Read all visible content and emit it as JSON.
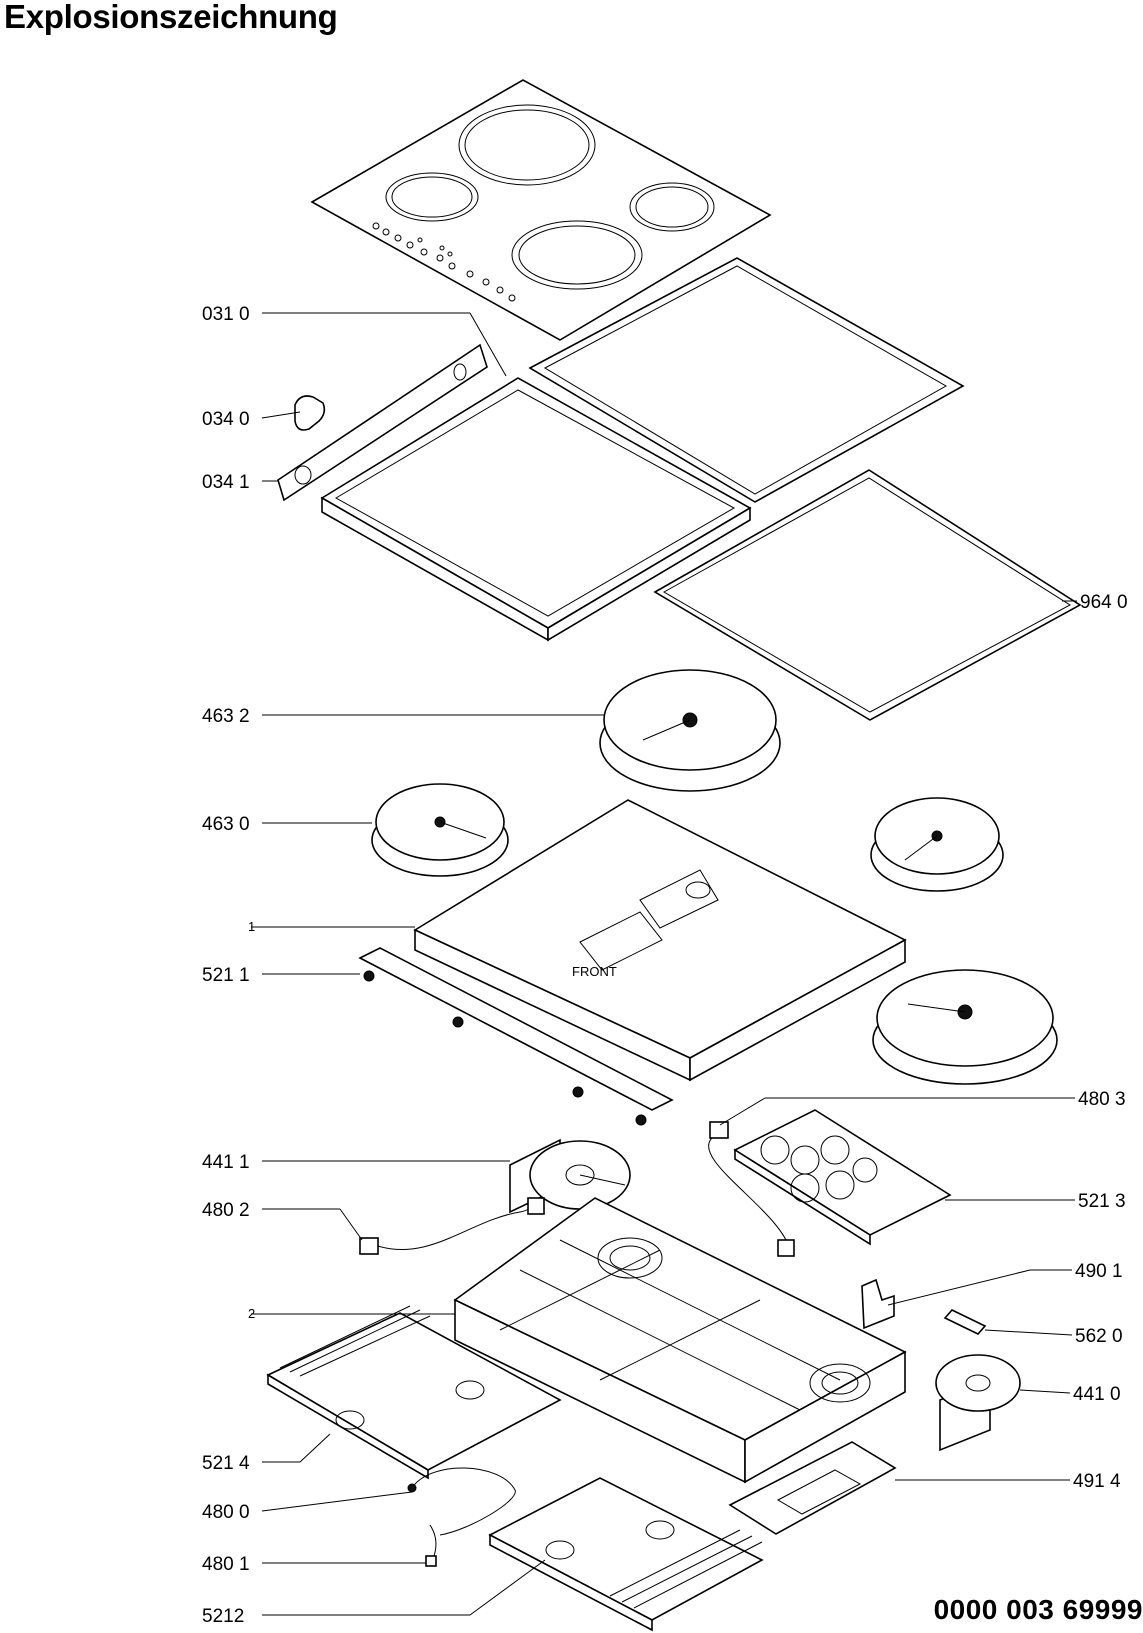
{
  "title": "Explosionszeichnung",
  "document_number": "0000 003 69999",
  "labels": {
    "l0310": "031 0",
    "l0340": "034 0",
    "l0341": "034 1",
    "l9640": "964 0",
    "l4632": "463 2",
    "l4630": "463 0",
    "l1": "1",
    "l5211": "521 1",
    "l4803": "480 3",
    "l4411": "441 1",
    "l5213": "521 3",
    "l4802": "480 2",
    "l4901": "490 1",
    "l2": "2",
    "l5620": "562 0",
    "l4410": "441 0",
    "l5214": "521 4",
    "l4914": "491 4",
    "l4800": "480 0",
    "l4801": "480 1",
    "l5212": "5212"
  }
}
